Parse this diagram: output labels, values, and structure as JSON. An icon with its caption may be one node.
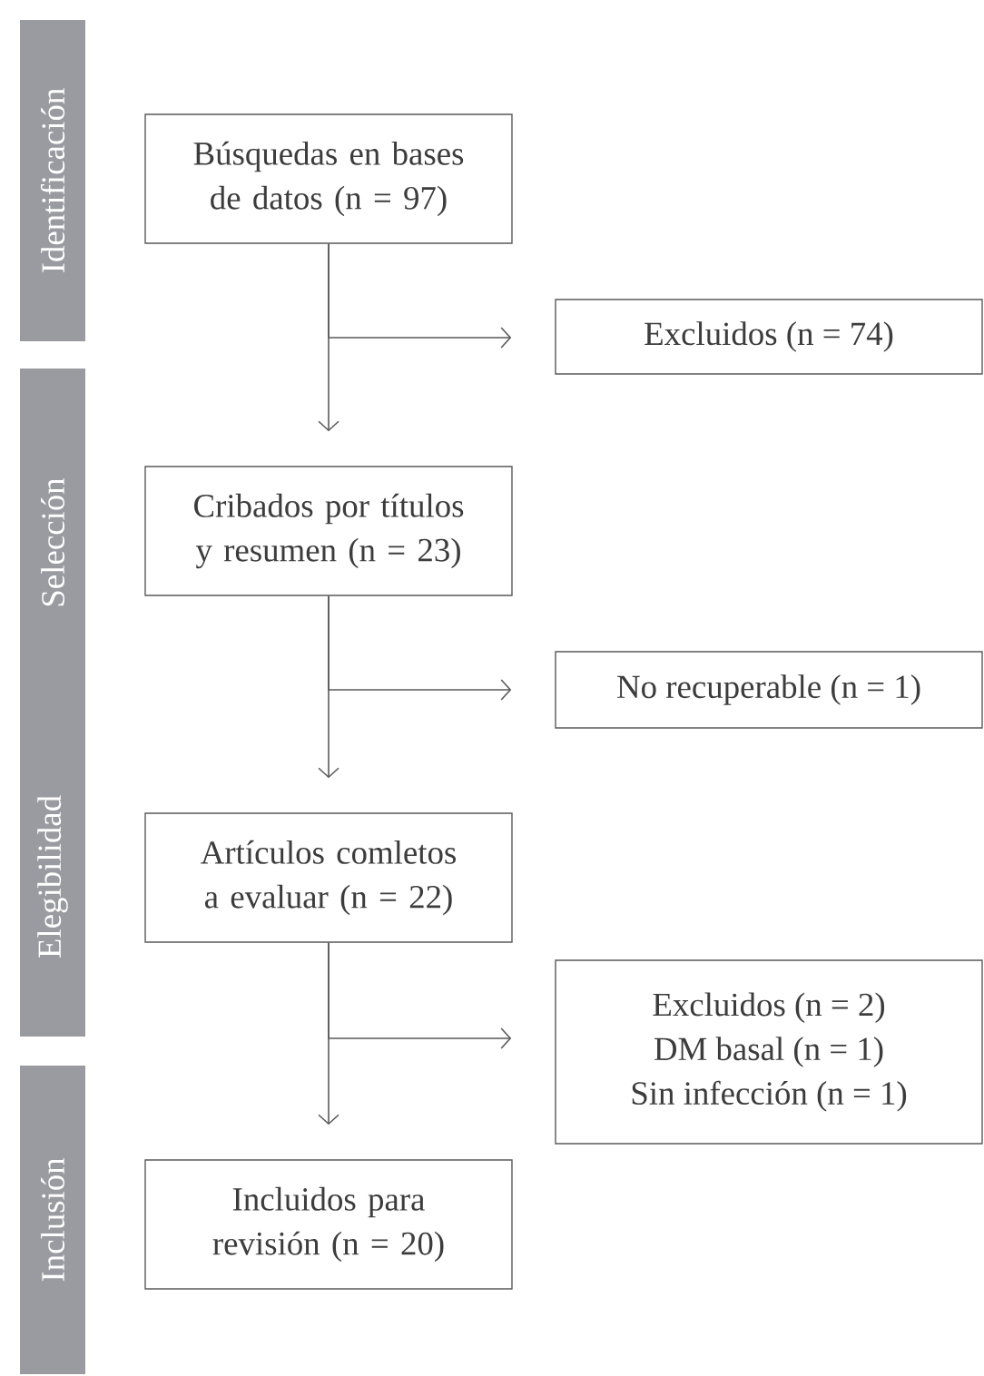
{
  "diagram": {
    "nodes": [
      {
        "text": [
          "Identificación"
        ]
      },
      {
        "text": [
          "Selección"
        ]
      },
      {
        "text": [
          "Elegibilidad"
        ]
      },
      {
        "text": [
          "Inclusión"
        ]
      },
      {
        "text": [
          "Búsquedas en bases de datos (n = 97)"
        ]
      },
      {
        "text": [
          "Excluidos (n = 74)"
        ]
      },
      {
        "text": [
          "Cribados por títulos y resumen (n = 23)"
        ]
      },
      {
        "text": [
          "No recuperable (n = 1)"
        ]
      },
      {
        "text": [
          "Artículos comletos a evaluar (n = 22)"
        ]
      },
      {
        "text": [
          "Excluidos (n = 2)",
          "DM basal (n = 1)",
          "Sin infección (n = 1)"
        ]
      },
      {
        "text": [
          "Incluidos para revisión (n = 20)"
        ]
      }
    ],
    "edges": [
      {
        "from": 4,
        "to": 6,
        "arrow": "to"
      },
      {
        "from": 4,
        "to": 5,
        "arrow": "to"
      },
      {
        "from": 6,
        "to": 8,
        "arrow": "to"
      },
      {
        "from": 6,
        "to": 7,
        "arrow": "to"
      },
      {
        "from": 8,
        "to": 10,
        "arrow": "to"
      },
      {
        "from": 8,
        "to": 9,
        "arrow": "to"
      }
    ]
  }
}
